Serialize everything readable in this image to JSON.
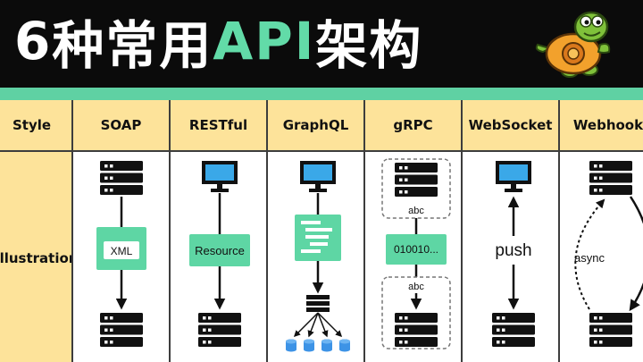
{
  "title": {
    "number": "6",
    "part1": "种常用",
    "api": "API",
    "part2": "架构"
  },
  "table": {
    "row_header_style": "Style",
    "row_header_illustration": "Illustration",
    "columns": [
      "SOAP",
      "RESTful",
      "GraphQL",
      "gRPC",
      "WebSocket",
      "Webhook"
    ]
  },
  "labels": {
    "soap_payload": "XML",
    "rest_payload": "Resource",
    "grpc_top_caption": "abc",
    "grpc_payload": "010010...",
    "grpc_bottom_caption": "abc",
    "websocket_label": "push",
    "webhook_label": "async"
  },
  "colors": {
    "banner": "#0b0b0b",
    "accent_green": "#62dba8",
    "header_yellow": "#fde39a",
    "monitor_blue": "#3aa8e8",
    "db_blue": "#3d93e6",
    "grid_line": "#3d3d3d"
  }
}
